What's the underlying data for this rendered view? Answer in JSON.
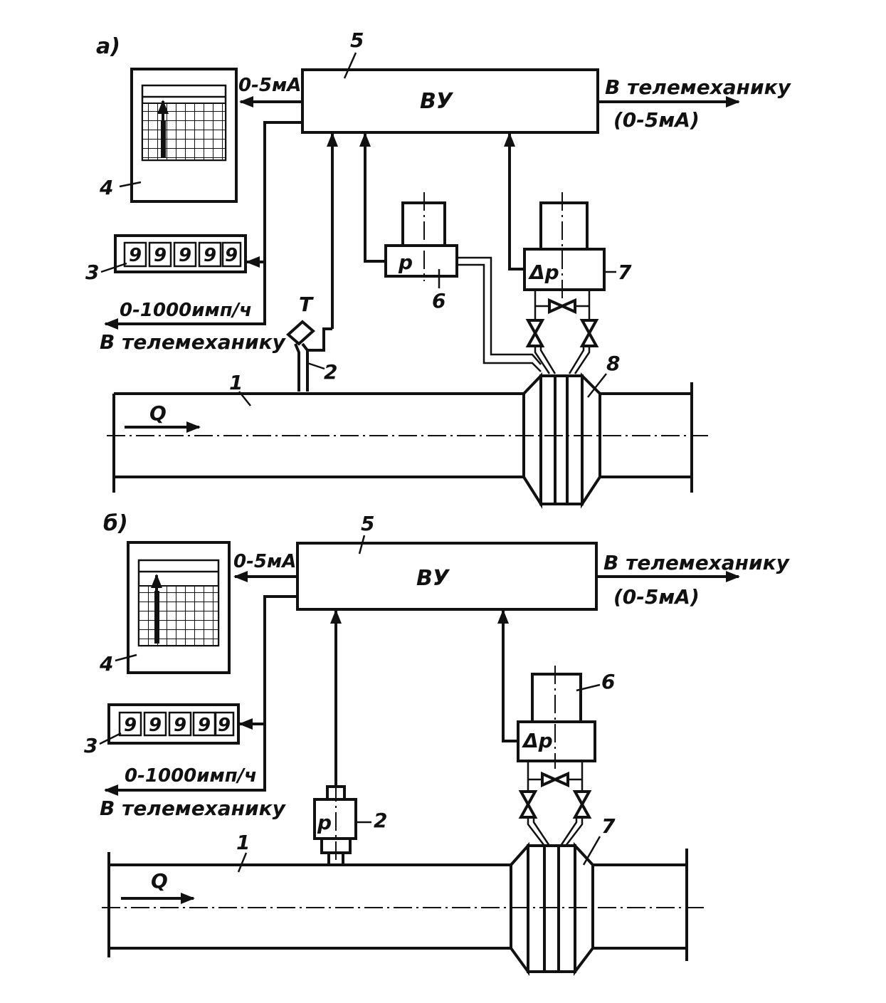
{
  "panel_a": {
    "label": "а)",
    "processor": {
      "number": "5",
      "label": "ВУ"
    },
    "out_current": "0-5мА",
    "telemech_right": "В телемеханику",
    "telemech_right_range": "(0-5мА)",
    "recorder_number": "4",
    "counter": {
      "number": "3",
      "digits": [
        "9",
        "9",
        "9",
        "9",
        "9"
      ]
    },
    "pulse_rate": "0-1000имп/ч",
    "telemech_left": "В телемеханику",
    "temp_sensor": {
      "symbol": "T",
      "number": "2"
    },
    "pipe_number": "1",
    "flow_label": "Q",
    "pressure_sensor": {
      "symbol": "p",
      "number": "6"
    },
    "dp_sensor": {
      "symbol": "Δp",
      "number": "7"
    },
    "orifice_number": "8"
  },
  "panel_b": {
    "label": "б)",
    "processor": {
      "number": "5",
      "label": "ВУ"
    },
    "out_current": "0-5мА",
    "telemech_right": "В телемеханику",
    "telemech_right_range": "(0-5мА)",
    "recorder_number": "4",
    "counter": {
      "number": "3",
      "digits": [
        "9",
        "9",
        "9",
        "9",
        "9"
      ]
    },
    "pulse_rate": "0-1000имп/ч",
    "telemech_left": "В телемеханику",
    "pressure_sensor": {
      "symbol": "p",
      "number": "2"
    },
    "pipe_number": "1",
    "flow_label": "Q",
    "dp_sensor": {
      "symbol": "Δp",
      "number": "6"
    },
    "orifice_number": "7"
  }
}
